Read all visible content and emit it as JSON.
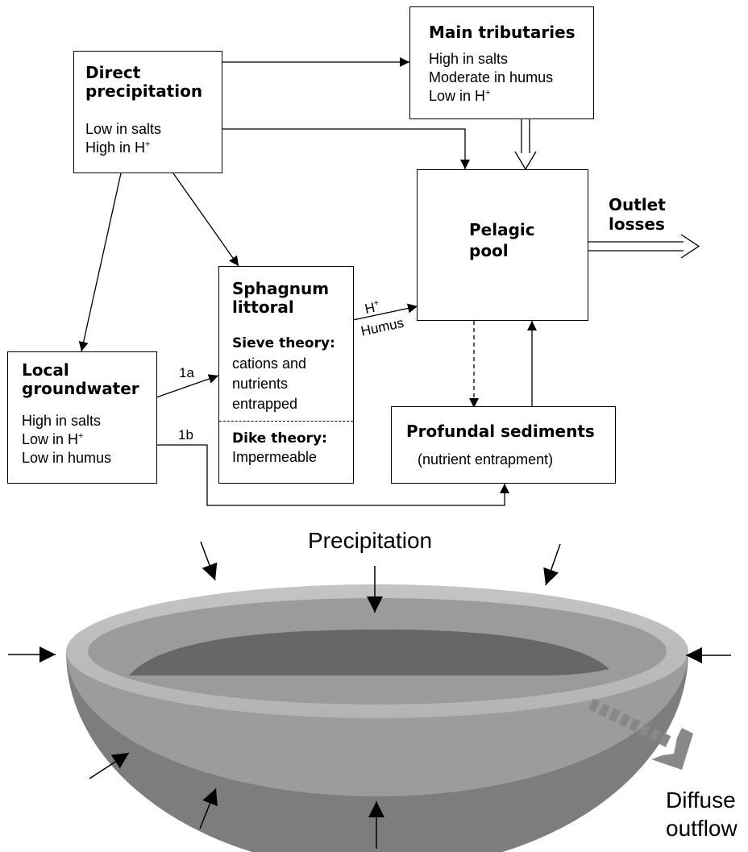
{
  "boxes": {
    "direct_precipitation": {
      "title1": "Direct",
      "title2": "precipitation",
      "line1": "Low in salts",
      "line2": "High in H",
      "line2_sup": "+"
    },
    "main_tributaries": {
      "title": "Main tributaries",
      "line1": "High in salts",
      "line2": "Moderate in humus",
      "line3": "Low in H",
      "line3_sup": "+"
    },
    "pelagic_pool": {
      "title1": "Pelagic",
      "title2": "pool"
    },
    "sphagnum_littoral": {
      "title1": "Sphagnum",
      "title2": "littoral",
      "sieve_heading": "Sieve theory:",
      "sieve1": "cations and",
      "sieve2": "nutrients",
      "sieve3": "entrapped",
      "dike_heading": "Dike theory:",
      "dike1": "Impermeable"
    },
    "local_groundwater": {
      "title1": "Local",
      "title2": "groundwater",
      "line1": "High in salts",
      "line2": "Low in H",
      "line2_sup": "+",
      "line3": "Low in humus"
    },
    "profundal_sediments": {
      "title": "Profundal sediments",
      "line1": "(nutrient entrapment)"
    }
  },
  "labels": {
    "outlet1": "Outlet",
    "outlet2": "losses",
    "h_plus": "H",
    "h_plus_sup": "+",
    "humus": "Humus",
    "path_1a": "1a",
    "path_1b": "1b",
    "precipitation": "Precipitation",
    "diffuse1": "Diffuse",
    "diffuse2": "outflow"
  },
  "colors": {
    "rim": "#bcbcbc",
    "inner_slope": "#9a9a9a",
    "water": "#666666",
    "outer_upper": "#999999",
    "outer_lower": "#7a7a7a",
    "outflow_arrow": "#888888"
  }
}
